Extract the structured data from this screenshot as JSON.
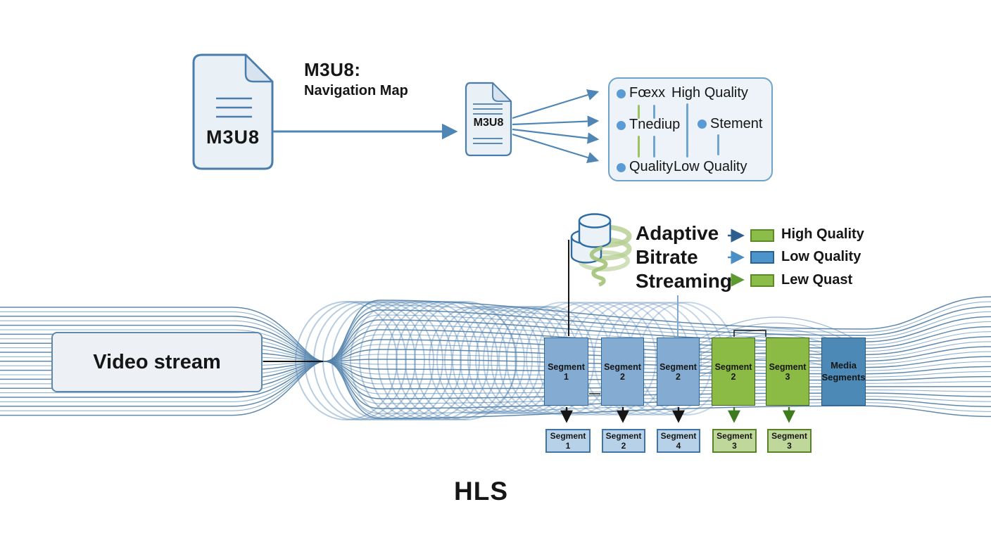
{
  "diagram_title": "HLS",
  "master_playlist": {
    "heading": "M3U8:",
    "subheading": "Navigation Map",
    "file_label": "M3U8"
  },
  "variant_playlist": {
    "file_label": "M3U8"
  },
  "quality_panel": {
    "row1_left": "Fœxx",
    "row1_right": "High Quality",
    "row2_left": "Tnediup",
    "row2_right": "Stement",
    "row3_left": "Quality",
    "row3_right": "Low Quality"
  },
  "abr": {
    "line1": "Adaptive",
    "line2": "Bitrate",
    "line3": "Streaming",
    "legend": [
      {
        "label": "High Quality",
        "swatch_color": "#8cbd4a"
      },
      {
        "label": "Low Quality",
        "swatch_color": "#4c94c9"
      },
      {
        "label": "Lew Quast",
        "swatch_color": "#8cbd4a"
      }
    ]
  },
  "source": {
    "label": "Video stream"
  },
  "segments_main": [
    {
      "label": "Segment 1",
      "quality": "low"
    },
    {
      "label": "Segment 2",
      "quality": "low"
    },
    {
      "label": "Segment 2",
      "quality": "low"
    },
    {
      "label": "Segment 2",
      "quality": "high"
    },
    {
      "label": "Segment 3",
      "quality": "high"
    },
    {
      "label": "Media Segments",
      "quality": "media"
    }
  ],
  "segments_output": [
    {
      "label": "Segment 1",
      "quality": "low"
    },
    {
      "label": "Segment 2",
      "quality": "low"
    },
    {
      "label": "Segment 4",
      "quality": "low"
    },
    {
      "label": "Segment 3",
      "quality": "high"
    },
    {
      "label": "Segment 3",
      "quality": "high"
    }
  ],
  "colors": {
    "stream_line_dark": "#44749f",
    "stream_line_light": "#7ca6c9",
    "coil": "#4d80b0",
    "doc_border": "#4a7dab",
    "doc_fill": "#e9f0f6",
    "high_quality_green": "#8cbd4a",
    "low_quality_blue": "#4c94c9",
    "media_blue": "#4d89b7",
    "arrow_blue": "#4f86b5",
    "arrow_green": "#5d9a31",
    "dot_blue": "#5b9bd5"
  }
}
